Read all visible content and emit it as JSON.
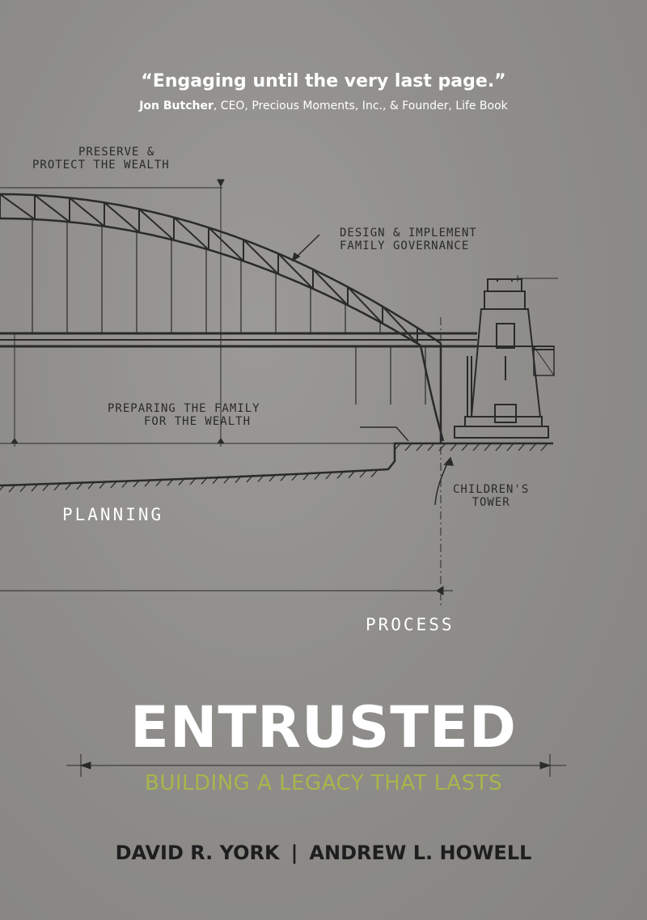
{
  "cover": {
    "quote": "“Engaging until the very last page.”",
    "attribution": {
      "name": "Jon Butcher",
      "rest": ", CEO, Precious Moments, Inc., & Founder, Life Book"
    },
    "title": "ENTRUSTED",
    "subtitle": "BUILDING A LEGACY THAT LASTS",
    "authors": {
      "first": "DAVID R. YORK",
      "separator": "|",
      "second": "ANDREW L. HOWELL"
    }
  },
  "diagram": {
    "labels": {
      "preserve_1": "PRESERVE &",
      "preserve_2": "PROTECT THE WEALTH",
      "design_1": "DESIGN & IMPLEMENT",
      "design_2": "FAMILY GOVERNANCE",
      "preparing_1": "PREPARING THE FAMILY",
      "preparing_2": "FOR THE WEALTH",
      "children_1": "CHILDREN'S",
      "children_2": "TOWER",
      "planning": "PLANNING",
      "process": "PROCESS"
    }
  },
  "colors": {
    "background": "#8f8e8b",
    "title": "#ffffff",
    "subtitle": "#a8b64a",
    "authors": "#1e1e1e",
    "ink": "#2a2a2a"
  }
}
